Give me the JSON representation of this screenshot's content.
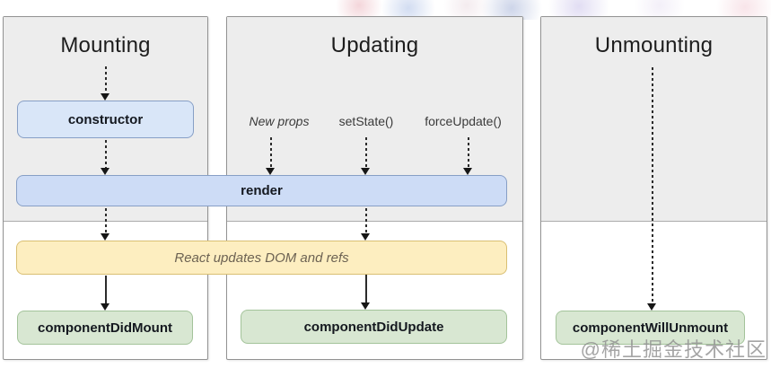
{
  "diagram": {
    "phases": [
      {
        "title": "Mounting"
      },
      {
        "title": "Updating"
      },
      {
        "title": "Unmounting"
      }
    ],
    "triggers": [
      "New props",
      "setState()",
      "forceUpdate()"
    ],
    "nodes": {
      "constructor_label": "constructor",
      "render_label": "render",
      "react_updates_label": "React updates DOM and refs",
      "did_mount_label": "componentDidMount",
      "did_update_label": "componentDidUpdate",
      "will_unmount_label": "componentWillUnmount"
    }
  },
  "watermark": "@稀土掘金技术社区",
  "colors": {
    "phase_bg": "#ededed",
    "panel_border": "#929292",
    "title_color": "#1d1d1d",
    "lifecycle_blue": "#d9e6f8",
    "render_blue": "#cddcf6",
    "effect_yellow": "#fdeec0",
    "commit_green": "#d8e7d2"
  }
}
